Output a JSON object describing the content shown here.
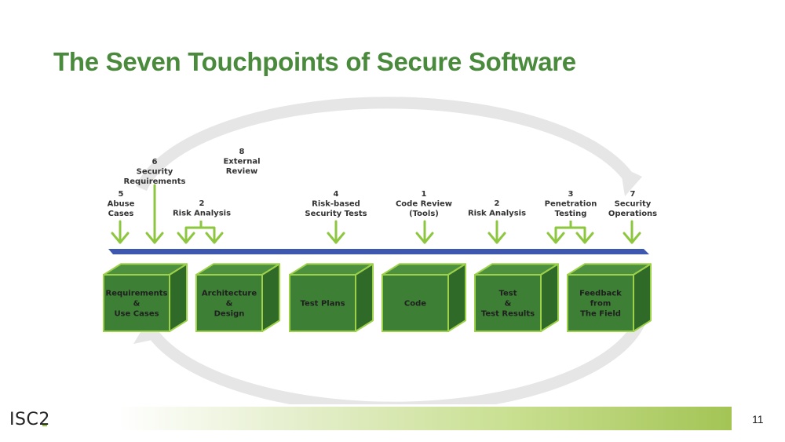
{
  "slide": {
    "title": "The Seven Touchpoints of Secure Software",
    "logo": "ISC2",
    "page_number": "11"
  },
  "colors": {
    "title": "#4a8a3c",
    "box_front": "#3d7f35",
    "box_side": "#2f6a29",
    "box_top": "#4c9040",
    "box_edge": "#9ed14a",
    "arrow": "#8dc63f",
    "timeline": "#3e58b0",
    "cycle": "#e6e6e6"
  },
  "touchpoints": [
    {
      "id": "abuse-cases",
      "lines": [
        "5",
        "Abuse",
        "Cases"
      ]
    },
    {
      "id": "security-requirements",
      "lines": [
        "6",
        "Security",
        "Requirements"
      ]
    },
    {
      "id": "external-review",
      "lines": [
        "8",
        "External",
        "Review"
      ]
    },
    {
      "id": "risk-analysis-1",
      "lines": [
        "2",
        "Risk Analysis"
      ]
    },
    {
      "id": "risk-based-tests",
      "lines": [
        "4",
        "Risk-based",
        "Security Tests"
      ]
    },
    {
      "id": "code-review",
      "lines": [
        "1",
        "Code Review",
        "(Tools)"
      ]
    },
    {
      "id": "risk-analysis-2",
      "lines": [
        "2",
        "Risk Analysis"
      ]
    },
    {
      "id": "penetration-testing",
      "lines": [
        "3",
        "Penetration",
        "Testing"
      ]
    },
    {
      "id": "security-operations",
      "lines": [
        "7",
        "Security",
        "Operations"
      ]
    }
  ],
  "artifacts": [
    {
      "id": "requirements",
      "lines": [
        "Requirements",
        "&",
        "Use Cases"
      ]
    },
    {
      "id": "architecture",
      "lines": [
        "Architecture",
        "&",
        "Design"
      ]
    },
    {
      "id": "test-plans",
      "lines": [
        "Test Plans"
      ]
    },
    {
      "id": "code",
      "lines": [
        "Code"
      ]
    },
    {
      "id": "test-results",
      "lines": [
        "Test",
        "&",
        "Test Results"
      ]
    },
    {
      "id": "feedback",
      "lines": [
        "Feedback",
        "from",
        "The Field"
      ]
    }
  ]
}
